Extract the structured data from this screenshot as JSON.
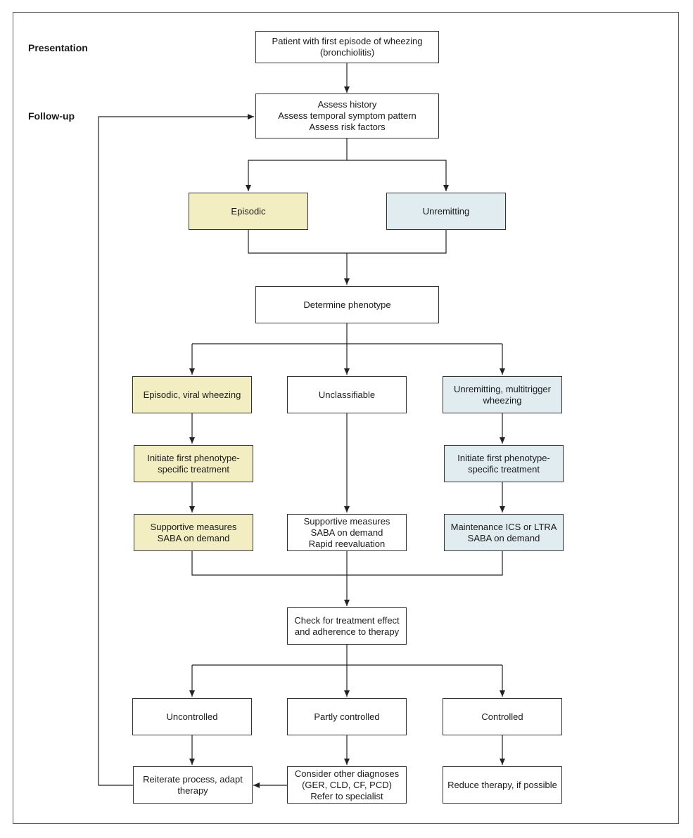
{
  "labels": {
    "presentation": "Presentation",
    "follow_up": "Follow-up"
  },
  "colors": {
    "episodic_fill": "#f2eec2",
    "unremitting_fill": "#e1ecf1",
    "border": "#333333"
  },
  "nodes": {
    "start": [
      "Patient with first episode of wheezing",
      "(bronchiolitis)"
    ],
    "assess": [
      "Assess history",
      "Assess temporal symptom pattern",
      "Assess risk factors"
    ],
    "episodic": [
      "Episodic"
    ],
    "unremitting": [
      "Unremitting"
    ],
    "phenotype": [
      "Determine phenotype"
    ],
    "viral": [
      "Episodic, viral wheezing"
    ],
    "unclassifiable": [
      "Unclassifiable"
    ],
    "multitrigger": [
      "Unremitting, multitrigger",
      "wheezing"
    ],
    "init_left": [
      "Initiate first phenotype-",
      "specific treatment"
    ],
    "init_right": [
      "Initiate first phenotype-",
      "specific treatment"
    ],
    "support_left": [
      "Supportive measures",
      "SABA on demand"
    ],
    "support_mid": [
      "Supportive measures",
      "SABA on demand",
      "Rapid reevaluation"
    ],
    "maintenance": [
      "Maintenance ICS or LTRA",
      "SABA on demand"
    ],
    "check": [
      "Check for treatment effect",
      "and adherence to therapy"
    ],
    "uncontrolled": [
      "Uncontrolled"
    ],
    "partly": [
      "Partly controlled"
    ],
    "controlled": [
      "Controlled"
    ],
    "reiterate": [
      "Reiterate process, adapt",
      "therapy"
    ],
    "consider": [
      "Consider other diagnoses",
      "(GER, CLD, CF, PCD)",
      "Refer to specialist"
    ],
    "reduce": [
      "Reduce therapy, if possible"
    ]
  }
}
